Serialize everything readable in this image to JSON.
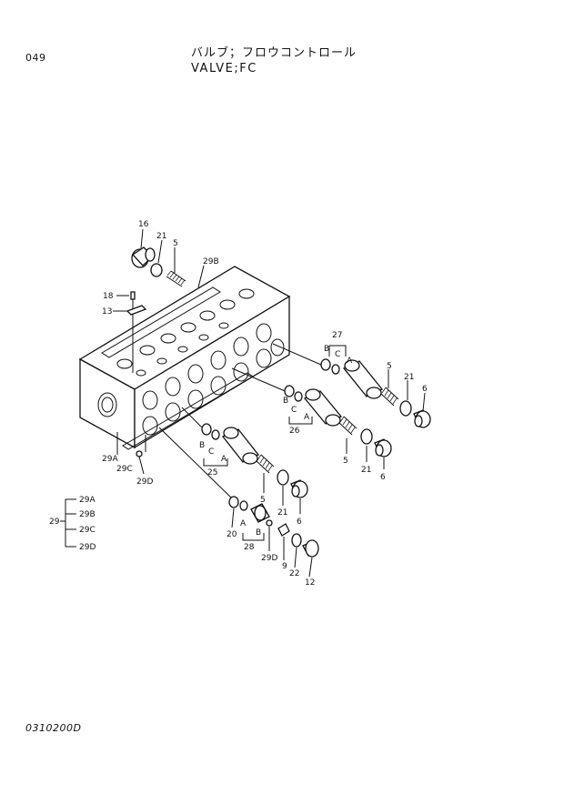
{
  "page_number": "049",
  "title_jp": "バルブ；フロウコントロール",
  "title_en": "VALVE;FC",
  "doc_code": "0310200D",
  "group": {
    "label": "29",
    "items": [
      "29A",
      "29B",
      "29C",
      "29D"
    ]
  },
  "callouts": {
    "p16": "16",
    "p21a": "21",
    "p5a": "5",
    "p29B": "29B",
    "p18": "18",
    "p13": "13",
    "p27": "27",
    "p27B": "B",
    "p27C": "C",
    "p27A": "A",
    "p5b": "5",
    "p21b": "21",
    "p6a": "6",
    "p26B": "B",
    "p26C": "C",
    "p26A": "A",
    "p26": "26",
    "p5c": "5",
    "p21c": "21",
    "p6b": "6",
    "p29A": "29A",
    "p29C": "29C",
    "p29D": "29D",
    "p25B": "B",
    "p25C": "C",
    "p25A": "A",
    "p25": "25",
    "p5d": "5",
    "p21d": "21",
    "p6c": "6",
    "p20": "20",
    "p28A": "A",
    "p28B": "B",
    "p28": "28",
    "p29D2": "29D",
    "p9": "9",
    "p22": "22",
    "p12": "12"
  }
}
